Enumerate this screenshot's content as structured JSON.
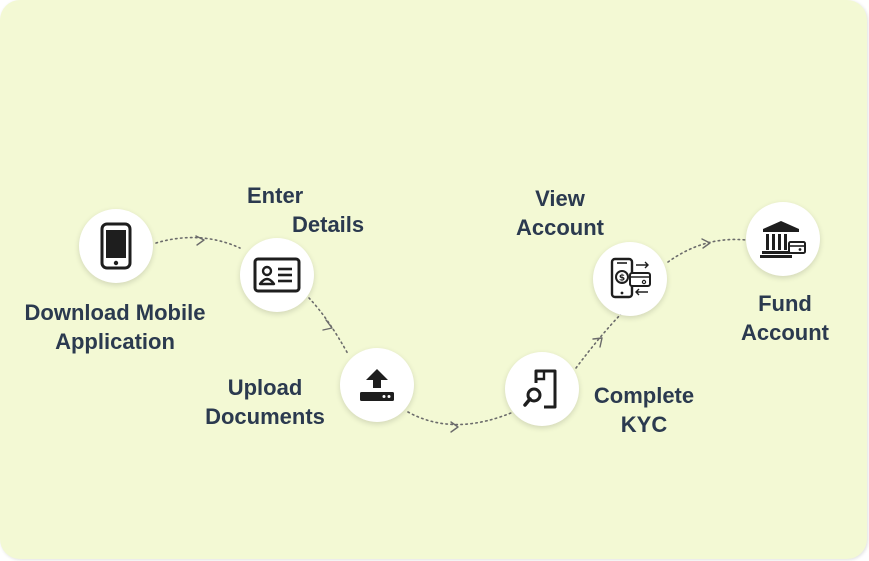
{
  "steps": [
    {
      "id": "download",
      "line1": "Download Mobile",
      "line2": "Application",
      "icon": "smartphone-icon"
    },
    {
      "id": "enter",
      "line1": "Enter",
      "line2": "Details",
      "icon": "id-card-icon"
    },
    {
      "id": "upload",
      "line1": "Upload",
      "line2": "Documents",
      "icon": "upload-icon"
    },
    {
      "id": "kyc",
      "line1": "Complete",
      "line2": "KYC",
      "icon": "document-search-icon"
    },
    {
      "id": "view",
      "line1": "View",
      "line2": "Account",
      "icon": "phone-payment-icon"
    },
    {
      "id": "fund",
      "line1": "Fund",
      "line2": "Account",
      "icon": "bank-icon"
    }
  ],
  "colors": {
    "background": "#f3f9d4",
    "text": "#2b3a4f",
    "icon": "#1e1e1e",
    "connector": "#6b6b6b"
  }
}
